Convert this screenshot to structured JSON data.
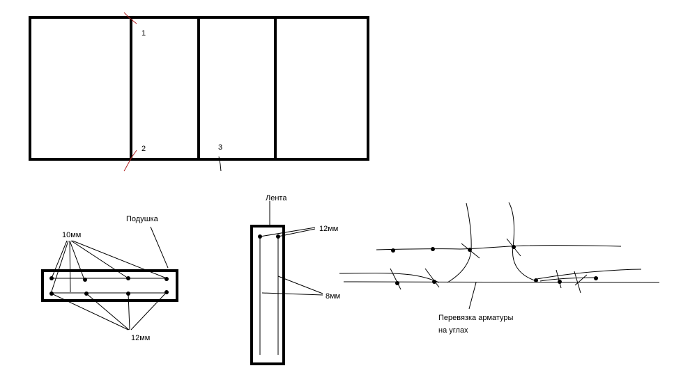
{
  "colors": {
    "ink": "#000000",
    "marker": "#b22222",
    "background": "#ffffff"
  },
  "plan": {
    "markers": [
      {
        "label": "1"
      },
      {
        "label": "2"
      },
      {
        "label": "3"
      }
    ]
  },
  "cushion_section": {
    "label_cushion": "Подушка",
    "label_10mm": "10мм",
    "label_12mm": "12мм"
  },
  "strip_section": {
    "label_strip": "Лента",
    "label_12mm": "12мм",
    "label_8mm": "8мм"
  },
  "corner_tying": {
    "caption_line1": "Перевязка арматуры",
    "caption_line2": "на углах"
  }
}
